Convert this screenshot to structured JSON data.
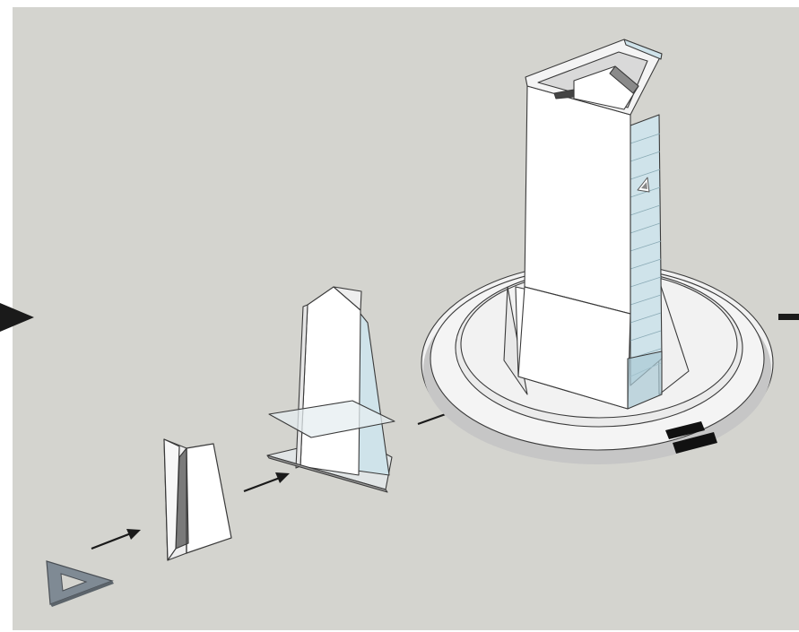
{
  "diagram": {
    "background_color": "#d4d4cf",
    "stages": [
      "triangular-footprint",
      "folded-planes",
      "tapered-prism-with-floor-plates",
      "tower-on-circular-podium"
    ],
    "colors": {
      "face_light": "#ffffff",
      "face_shade": "#e6e6e6",
      "face_dark": "#bdbdbd",
      "glass": "#cfe3ea",
      "glass_dark": "#a9c9d4",
      "edge": "#3a3a3a",
      "footprint_fill": "#7f8a94",
      "arrow": "#1a1a1a",
      "podium": "#f2f2f2",
      "podium_shadow": "#c6c6c6"
    }
  }
}
